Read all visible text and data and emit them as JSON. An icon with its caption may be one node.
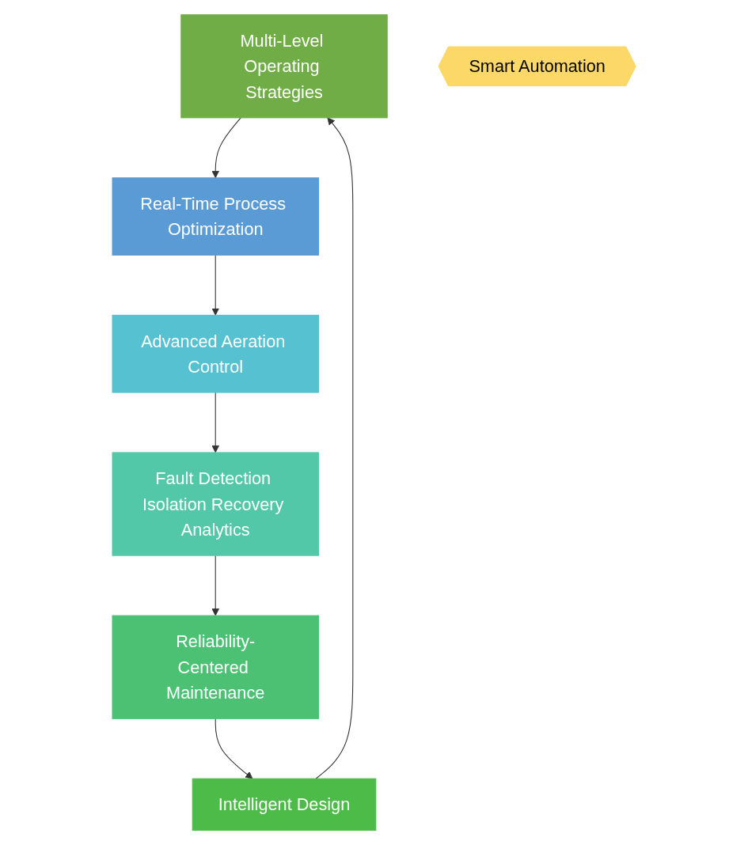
{
  "diagram": {
    "nodes": [
      {
        "text": [
          "Multi-Level Operating Strategies"
        ]
      },
      {
        "text": [
          "Real-Time Process Optimization"
        ]
      },
      {
        "text": [
          "Intelligent Design"
        ]
      },
      {
        "text": [
          "Smart Automation"
        ]
      },
      {
        "text": [
          "Advanced Aeration Control"
        ]
      },
      {
        "text": [
          "Reliability-Centered Maintenance"
        ]
      },
      {
        "text": [
          "Fault Detection Isolation Recovery Analytics"
        ]
      }
    ],
    "edges": [
      {
        "from": 1,
        "to": 4,
        "arrow": "to"
      },
      {
        "from": 4,
        "to": 6,
        "arrow": "to"
      },
      {
        "from": 6,
        "to": 5,
        "arrow": "to"
      },
      {
        "from": 5,
        "to": 2,
        "arrow": "to"
      },
      {
        "from": 2,
        "to": 0,
        "arrow": "to"
      },
      {
        "from": 0,
        "to": 1,
        "arrow": "to"
      }
    ]
  }
}
